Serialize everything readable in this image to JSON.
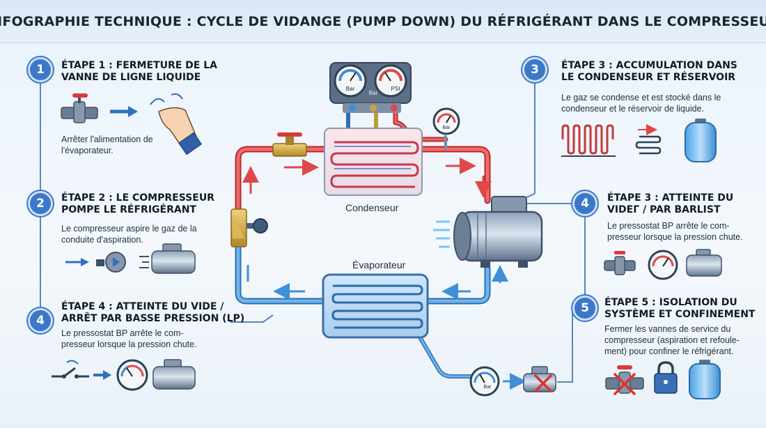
{
  "title": "INFOGRAPHIE TECHNIQUE : CYCLE DE VIDANGE (PUMP DOWN) DU RÉFRIGÉRANT DANS LE COMPRESSEUR",
  "colors": {
    "accent": "#3b78c8",
    "hot": "#d83a3a",
    "cold": "#3f8fd8",
    "brass": "#c9a23a"
  },
  "steps": [
    {
      "num": "1",
      "title_l1": "ÉTAPE 1 : FERMETURE DE LA",
      "title_l2": "VANNE DE LIGNE LIQUIDE",
      "text_l1": "Arrêter l'alimentation de",
      "text_l2": "l'évaporateur."
    },
    {
      "num": "2",
      "title_l1": "ÉTAPE 2 : LE COMPRESSEUR",
      "title_l2": "POMPE LE RÉFRIGÉRANT",
      "text_l1": "Le compresseur aspire le gaz de la",
      "text_l2": "conduite d'aspiration."
    },
    {
      "num": "4",
      "title_l1": "ÉTAPE 4 : ATTEINTE DU VIDE /",
      "title_l2": "ARRÊT PAR BASSE PRESSION (LP)",
      "text_l1": "Le pressostat BP arrête le com-",
      "text_l2": "presseur lorsque la pression chute."
    },
    {
      "num": "3",
      "title_l1": "ÉTAPE 3 : ACCUMULATION DANS",
      "title_l2": "LE CONDENSEUR ET RÉSERVOIR",
      "text_l1": "Le gaz se condense et est stocké dans le",
      "text_l2": "condenseur et le réservoir de liquide."
    },
    {
      "num": "4",
      "title_l1": "ÉTAPE 3 : ATTEINTE DU",
      "title_l2": "VIDEГ / PAR BARLIST",
      "text_l1": "Le pressostat BP arrête le com-",
      "text_l2": "presseur lorsque la pression chute."
    },
    {
      "num": "5",
      "title_l1": "ÉTAPE 5 : ISOLATION DU",
      "title_l2": "SYSTÈME ET CONFINEMENT",
      "text_l1": "Fermer les vannes de service du",
      "text_l2": "compresseur (aspiration et refoule-",
      "text_l3": "ment) pour confiner le réfrigérant."
    }
  ],
  "labels": {
    "condenser": "Condenseur",
    "evaporator": "Évaporateur",
    "gauge_bar": "Bar",
    "gauge_psi": "PSI",
    "gauge_mid": "Bar",
    "gauge_single": "Bar",
    "gauge_bottom": "Bar"
  },
  "icons": [
    "valve-icon",
    "arrow-right-icon",
    "hand-turning-icon",
    "pump-icon",
    "compressor-icon",
    "switch-icon",
    "pressure-gauge-icon",
    "condenser-coil-icon",
    "receiver-tank-icon",
    "padlock-icon",
    "crossed-compressor-icon",
    "crossed-valve-icon"
  ]
}
